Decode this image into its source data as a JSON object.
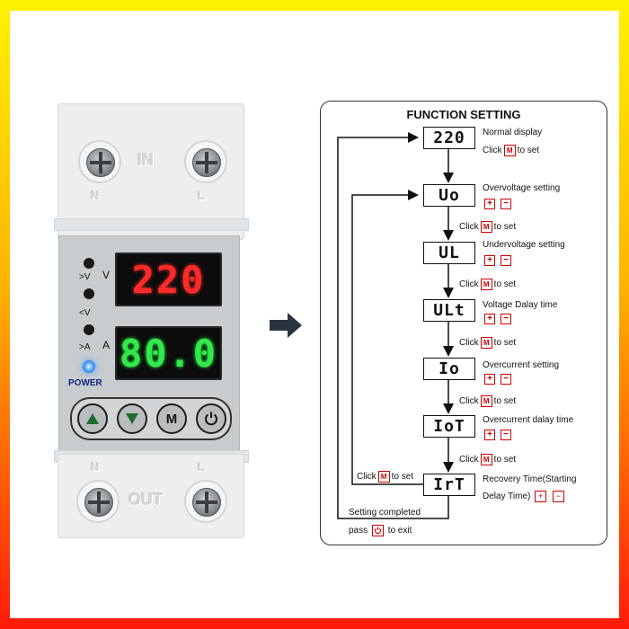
{
  "device": {
    "input_label": "IN",
    "input_terminals": [
      "N",
      "L"
    ],
    "output_label": "OUT",
    "output_terminals": [
      "N",
      "L"
    ],
    "voltage_reading": "220",
    "current_reading": "80.0",
    "indicators": [
      ">V",
      "<V",
      ">A"
    ],
    "voltage_unit": "V",
    "current_unit": "A",
    "power_label": "POWER",
    "buttons": {
      "up": "up-arrow-icon",
      "down": "down-arrow-icon",
      "menu": "M",
      "power": "power-icon"
    },
    "colors": {
      "voltage_display": "#ff2a2a",
      "current_display": "#33e84a",
      "power_led": "#4aa0ff"
    }
  },
  "flow": {
    "title": "FUNCTION SETTING",
    "steps": [
      {
        "display": "220",
        "description": "Normal display",
        "note_prefix": "Click",
        "note_key": "M",
        "note_suffix": "to set"
      },
      {
        "display": "Uo",
        "description": "Overvoltage setting"
      },
      {
        "display": "UL",
        "description": "Undervoltage setting"
      },
      {
        "display": "ULt",
        "description": "Voltage Dalay time"
      },
      {
        "display": "Io",
        "description": "Overcurrent setting"
      },
      {
        "display": "IoT",
        "description": "Overcurrent dalay time"
      },
      {
        "display": "IrT",
        "description": "Recovery Time(Starting",
        "description2": "Delay Time)"
      }
    ],
    "click_label": "Click",
    "key_label": "M",
    "to_set_label": "to set",
    "plus": "+",
    "minus": "−",
    "loop_back_prefix": "Click",
    "loop_back_suffix": "to set",
    "exit_line1": "Setting completed",
    "exit_prefix": "pass",
    "exit_suffix": "to exit",
    "exit_key_icon": "power-icon"
  }
}
